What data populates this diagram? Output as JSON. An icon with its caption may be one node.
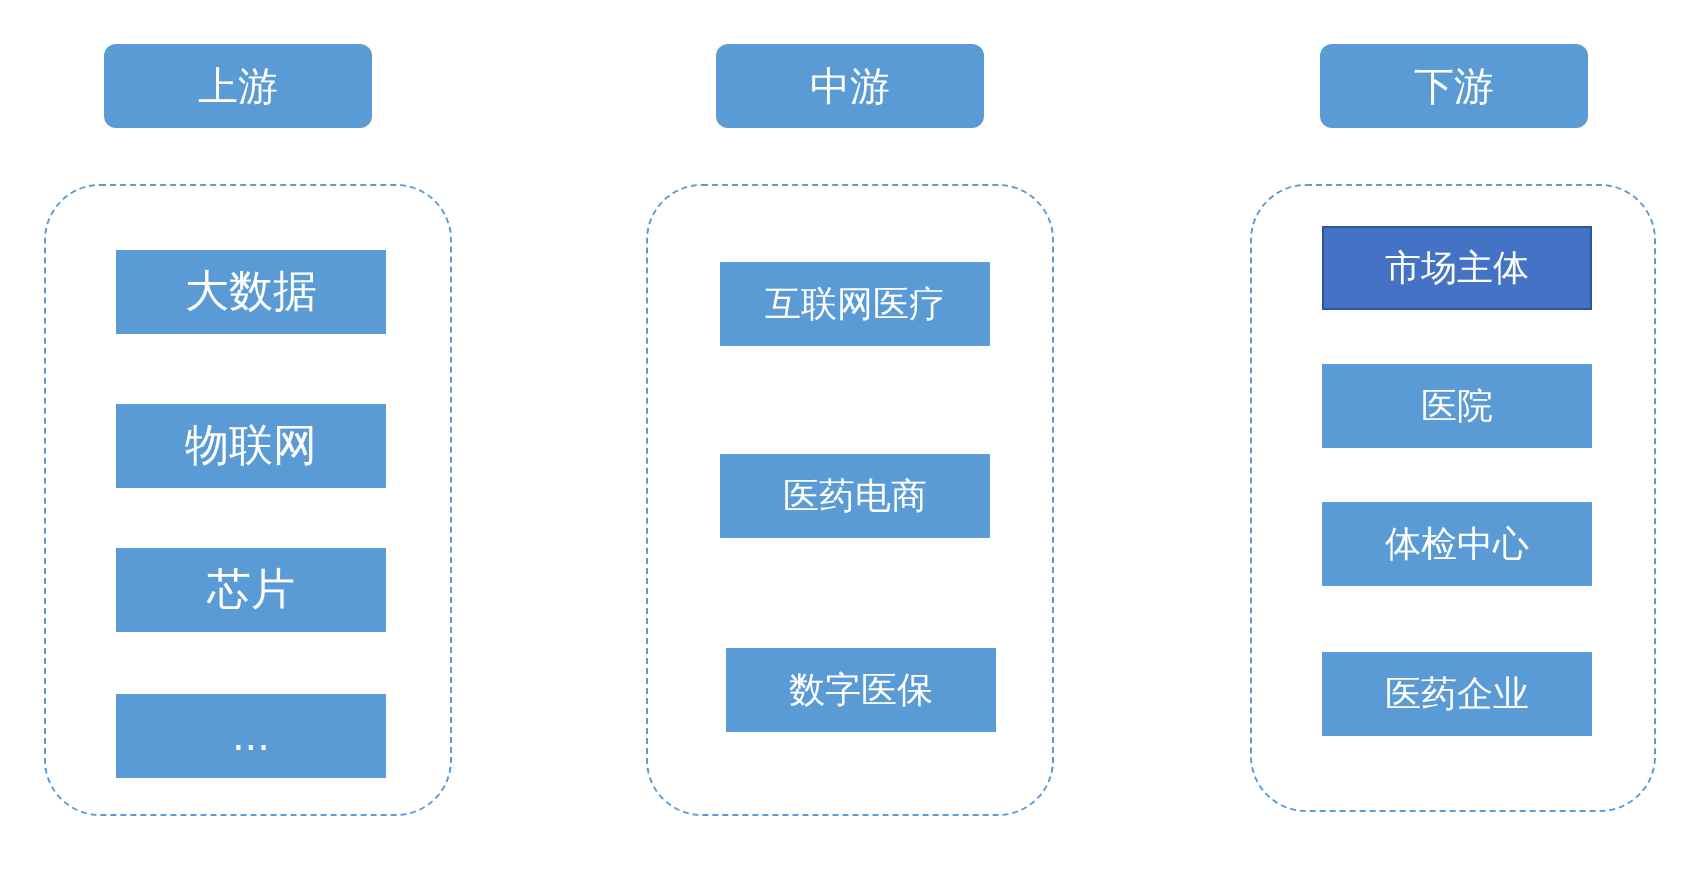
{
  "diagram": {
    "nodes": [
      {
        "text": [
          "上游"
        ]
      },
      {
        "text": [],
        "shape": "box"
      },
      {
        "text": [
          "大数据"
        ],
        "in": 1
      },
      {
        "text": [
          "物联网"
        ],
        "in": 1
      },
      {
        "text": [
          "芯片"
        ],
        "in": 1
      },
      {
        "text": [
          "..."
        ],
        "in": 1
      },
      {
        "text": [
          "中游"
        ]
      },
      {
        "text": [],
        "shape": "box"
      },
      {
        "text": [
          "互联网医疗"
        ],
        "in": 7
      },
      {
        "text": [
          "医药电商"
        ],
        "in": 7
      },
      {
        "text": [
          "数字医保"
        ],
        "in": 7
      },
      {
        "text": [
          "下游"
        ]
      },
      {
        "text": [],
        "shape": "box"
      },
      {
        "text": [
          "市场主体"
        ],
        "in": 12
      },
      {
        "text": [
          "医院"
        ],
        "in": 12
      },
      {
        "text": [
          "体检中心"
        ],
        "in": 12
      },
      {
        "text": [
          "医药企业"
        ],
        "in": 12
      }
    ]
  }
}
